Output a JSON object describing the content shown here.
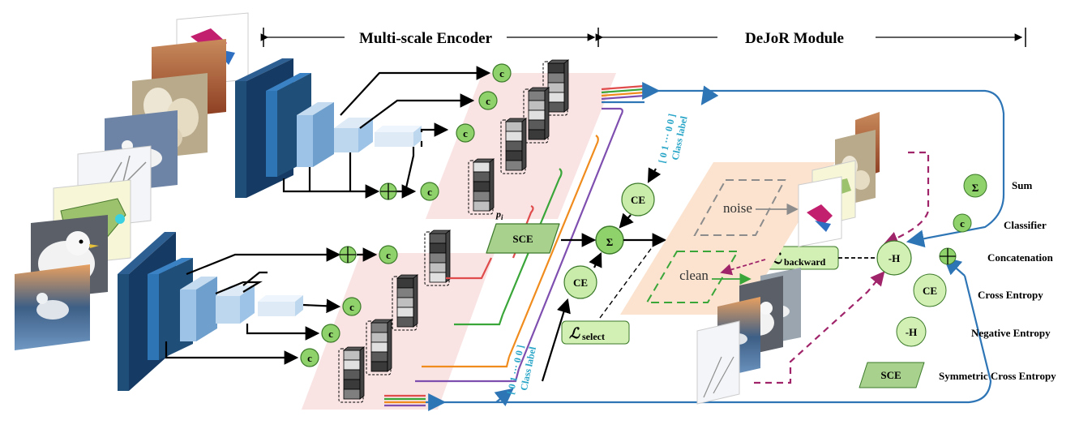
{
  "header": {
    "encoder_title": "Multi-scale Encoder",
    "module_title": "DeJoR Module"
  },
  "nodes": {
    "classifier_symbol": "c",
    "ce": "CE",
    "sce": "SCE",
    "neg_entropy": "-H",
    "sum": "Σ",
    "concat": "⊕"
  },
  "labels": {
    "class_label_vector": "[ 0 1 ··· 0 0 ]",
    "class_label_caption": "Class label",
    "noise": "noise",
    "clean": "clean",
    "pi": "p",
    "pi_sub": "i",
    "loss_symbol": "ℒ",
    "loss_backward_sub": "backward",
    "loss_select_sub": "select"
  },
  "legend": {
    "items": [
      {
        "symbol": "Σ",
        "label": "Sum"
      },
      {
        "symbol": "c",
        "label": "Classifier"
      },
      {
        "symbol": "⊕",
        "label": "Concatenation"
      },
      {
        "symbol": "CE",
        "label": "Cross Entropy"
      },
      {
        "symbol": "-H",
        "label": "Negative Entropy"
      },
      {
        "symbol": "SCE",
        "label": "Symmetric Cross Entropy"
      }
    ]
  },
  "colors": {
    "encoder_block_dark": "#1f4e79",
    "encoder_block_mid": "#2e75b6",
    "encoder_block_light": "#9dc3e6",
    "node_green": "#8fd16a",
    "node_light_green": "#d2f0b4",
    "sce_fill": "#a9d18e",
    "pink_plane": "#f8e0e0",
    "peach_plane": "#fbe3cf",
    "flow_blue": "#2e75b6",
    "dashed_purple": "#a0246a",
    "noise_gray": "#8c8c8c",
    "clean_green": "#3aa63a",
    "lines_red": "#e04b4b",
    "lines_green": "#3aa63a",
    "lines_orange": "#f08c1e",
    "lines_purple": "#7f4fb0"
  }
}
